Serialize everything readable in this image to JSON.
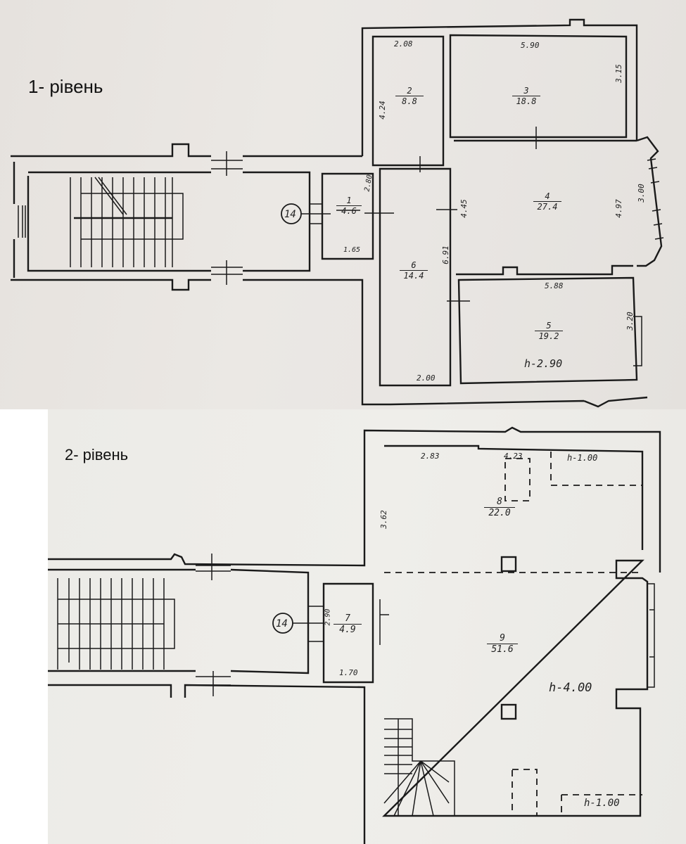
{
  "level1": {
    "title": "1- рівень",
    "stair_marker": "14",
    "rooms": [
      {
        "id": "1",
        "number": "1",
        "area": "4.6",
        "dims": [
          "2.80",
          "1.65"
        ]
      },
      {
        "id": "2",
        "number": "2",
        "area": "8.8",
        "dims": [
          "2.08",
          "4.24"
        ]
      },
      {
        "id": "3",
        "number": "3",
        "area": "18.8",
        "dims": [
          "5.90",
          "3.15"
        ]
      },
      {
        "id": "4",
        "number": "4",
        "area": "27.4",
        "dims": [
          "4.45",
          "4.97",
          "3.00"
        ]
      },
      {
        "id": "5",
        "number": "5",
        "area": "19.2",
        "dims": [
          "5.88",
          "3.20"
        ],
        "height": "h-2.90"
      },
      {
        "id": "6",
        "number": "6",
        "area": "14.4",
        "dims": [
          "6.91",
          "2.00"
        ]
      }
    ]
  },
  "level2": {
    "title": "2- рівень",
    "stair_marker": "14",
    "rooms": [
      {
        "id": "7",
        "number": "7",
        "area": "4.9",
        "dims": [
          "2.90",
          "1.70"
        ]
      },
      {
        "id": "8",
        "number": "8",
        "area": "22.0",
        "dims": [
          "2.83",
          "4.23",
          "3.62"
        ],
        "height": "h-1.00"
      },
      {
        "id": "9",
        "number": "9",
        "area": "51.6",
        "height": "h-4.00",
        "note": "h-1.00"
      }
    ]
  }
}
